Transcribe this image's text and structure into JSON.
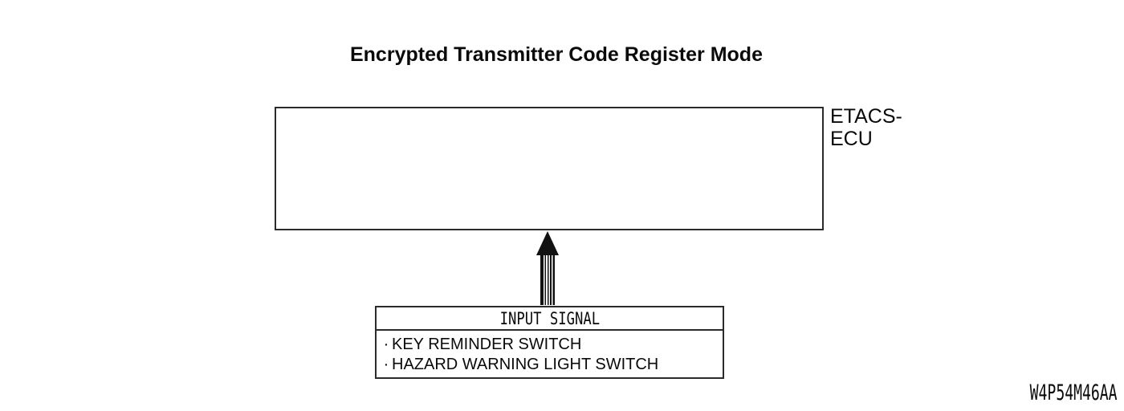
{
  "title": "Encrypted Transmitter Code Register Mode",
  "diagram": {
    "ecu_box_label": {
      "line1": "ETACS-",
      "line2": "ECU"
    },
    "arrow_icon": "striped-up-arrow",
    "input_signal_box": {
      "header": "INPUT SIGNAL",
      "bullet": "·",
      "items": [
        "KEY REMINDER SWITCH",
        "HAZARD WARNING LIGHT SWITCH"
      ]
    }
  },
  "figure_code": "W4P54M46AA",
  "colors": {
    "line": "#2b2b2b",
    "text": "#0a0a0a",
    "background": "#ffffff"
  }
}
